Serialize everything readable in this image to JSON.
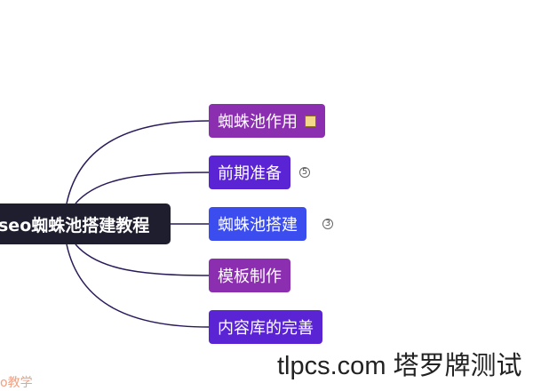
{
  "root": {
    "label": "seo蜘蛛池搭建教程",
    "color": "#1f1e2e"
  },
  "children": [
    {
      "label": "蜘蛛池作用",
      "color": "#8b2eb0",
      "icon": "note-icon"
    },
    {
      "label": "前期准备",
      "color": "#5a23d4",
      "badge": "5"
    },
    {
      "label": "蜘蛛池搭建",
      "color": "#3c4df0",
      "badge": "3"
    },
    {
      "label": "模板制作",
      "color": "#8b2eb0"
    },
    {
      "label": "内容库的完善",
      "color": "#5a23d4"
    }
  ],
  "line_color": "#2a1a5a",
  "watermark": "tlpcs.com 塔罗牌测试",
  "corner_watermark": "o教学"
}
